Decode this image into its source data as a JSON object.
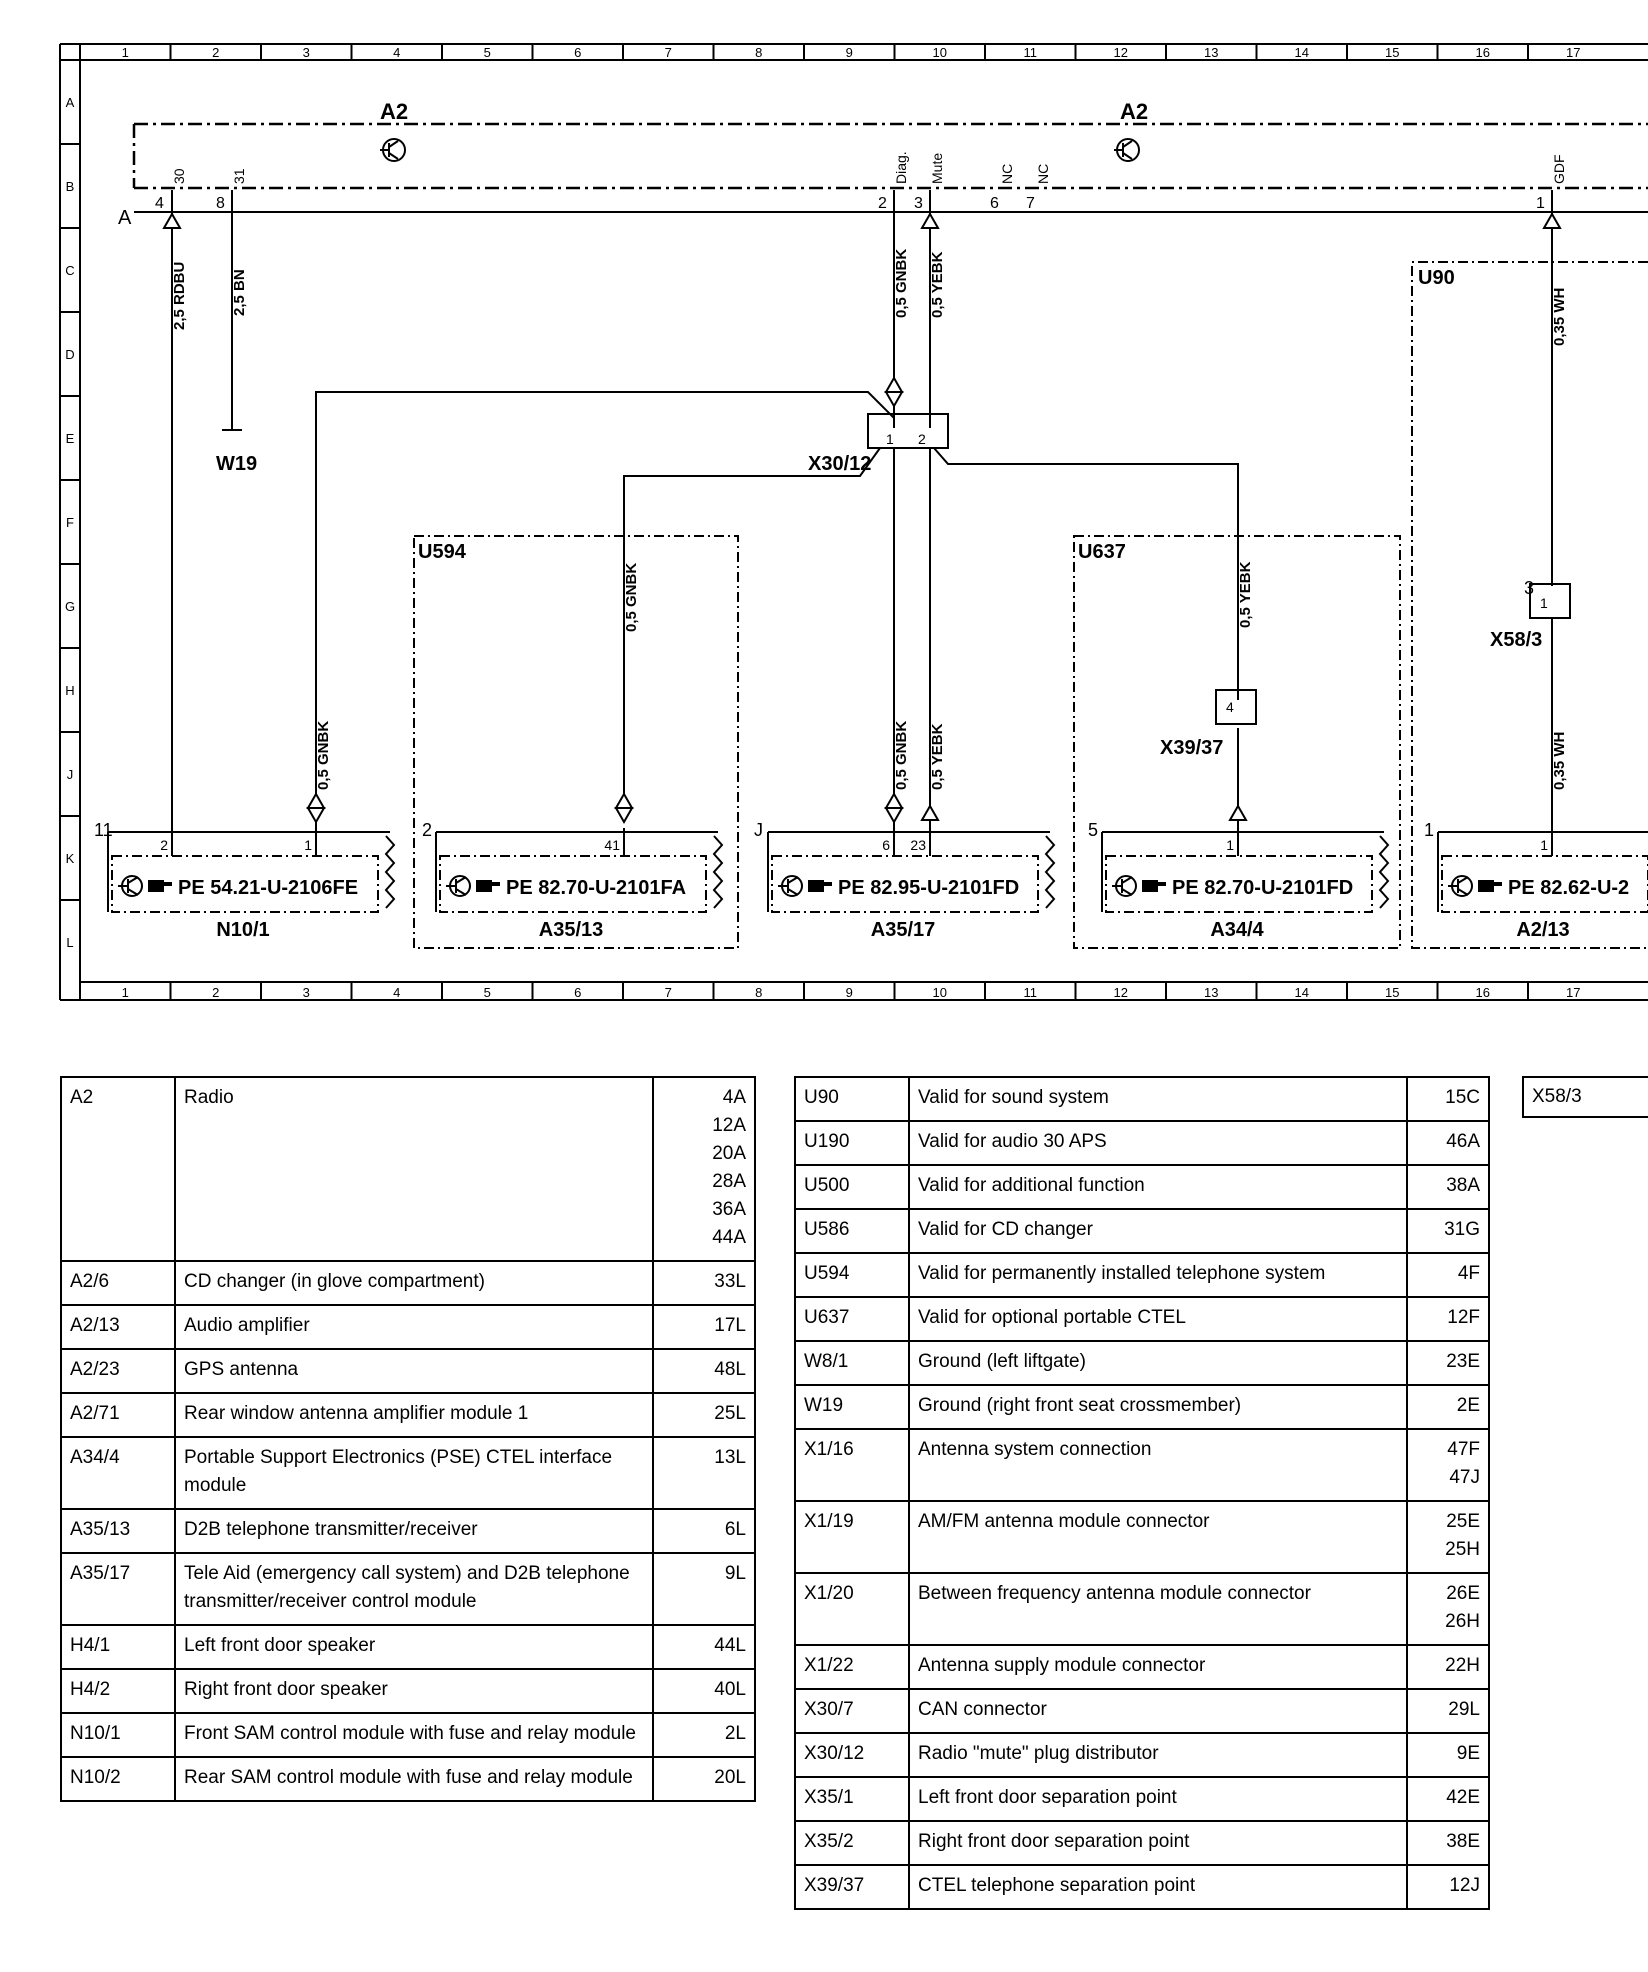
{
  "grid": {
    "columns": [
      "1",
      "2",
      "3",
      "4",
      "5",
      "6",
      "7",
      "8",
      "9",
      "10",
      "11",
      "12",
      "13",
      "14",
      "15",
      "16",
      "17"
    ],
    "rows": [
      "A",
      "B",
      "C",
      "D",
      "E",
      "F",
      "G",
      "H",
      "J",
      "K",
      "L"
    ]
  },
  "diagram": {
    "radio_label_left": "A2",
    "radio_label_right": "A2",
    "pins_left": {
      "p1_num": "4",
      "p1_name": "30",
      "p2_num": "8",
      "p2_name": "31",
      "bus_label": "A"
    },
    "pins_mid": {
      "p1_num": "2",
      "p1_name": "Diag.",
      "p2_num": "3",
      "p2_name": "Mute",
      "p3_num": "6",
      "p3_name": "NC",
      "p4_num": "7",
      "p4_name": "NC"
    },
    "pin_right": {
      "num": "1",
      "name": "GDF"
    },
    "wires": {
      "w1": "2,5 RDBU",
      "w2": "2,5 BN",
      "w3": "0,5 GNBK",
      "w4": "0,5 YEBK",
      "w5": "0,5 GNBK",
      "w6": "0,5 GNBK",
      "w7": "0,5 GNBK",
      "w8": "0,5 YEBK",
      "w9": "0,5 YEBK",
      "w10": "0,35 WH",
      "w11": "0,35 WH"
    },
    "w19": "W19",
    "x30_12": {
      "label": "X30/12",
      "pin1": "1",
      "pin2": "2"
    },
    "u594": "U594",
    "u637": "U637",
    "u90": "U90",
    "x39_37": {
      "label": "X39/37",
      "pin": "4"
    },
    "x58_3": {
      "label": "X58/3",
      "side": "3",
      "pin": "1"
    },
    "modules": [
      {
        "id": "N10/1",
        "ref": "PE  54.21-U-2106FE",
        "num": "11",
        "pins": [
          "2",
          "1"
        ]
      },
      {
        "id": "A35/13",
        "ref": "PE  82.70-U-2101FA",
        "num": "2",
        "pins": [
          "41"
        ]
      },
      {
        "id": "A35/17",
        "ref": "PE  82.95-U-2101FD",
        "num": "J",
        "pins": [
          "6",
          "23"
        ]
      },
      {
        "id": "A34/4",
        "ref": "PE  82.70-U-2101FD",
        "num": "5",
        "pins": [
          "1"
        ]
      },
      {
        "id": "A2/13",
        "ref": "PE  82.62-U-2",
        "num": "1",
        "pins": [
          "1"
        ]
      }
    ]
  },
  "legend_left": [
    {
      "code": "A2",
      "desc": "Radio",
      "pos": "4A\n12A\n20A\n28A\n36A\n44A"
    },
    {
      "code": "A2/6",
      "desc": "CD changer (in glove compartment)",
      "pos": "33L"
    },
    {
      "code": "A2/13",
      "desc": "Audio amplifier",
      "pos": "17L"
    },
    {
      "code": "A2/23",
      "desc": "GPS antenna",
      "pos": "48L"
    },
    {
      "code": "A2/71",
      "desc": "Rear window antenna amplifier module 1",
      "pos": "25L"
    },
    {
      "code": "A34/4",
      "desc": "Portable Support Electronics (PSE) CTEL interface module",
      "pos": "13L"
    },
    {
      "code": "A35/13",
      "desc": "D2B telephone transmitter/receiver",
      "pos": "6L"
    },
    {
      "code": "A35/17",
      "desc": "Tele Aid (emergency call system) and D2B telephone transmitter/receiver control module",
      "pos": "9L"
    },
    {
      "code": "H4/1",
      "desc": "Left front door speaker",
      "pos": "44L"
    },
    {
      "code": "H4/2",
      "desc": "Right front door speaker",
      "pos": "40L"
    },
    {
      "code": "N10/1",
      "desc": "Front SAM control module with fuse and relay module",
      "pos": "2L"
    },
    {
      "code": "N10/2",
      "desc": "Rear SAM control module with fuse and relay module",
      "pos": "20L"
    }
  ],
  "legend_right": [
    {
      "code": "U90",
      "desc": "Valid for sound system",
      "pos": "15C"
    },
    {
      "code": "U190",
      "desc": "Valid for audio 30 APS",
      "pos": "46A"
    },
    {
      "code": "U500",
      "desc": "Valid for additional function",
      "pos": "38A"
    },
    {
      "code": "U586",
      "desc": "Valid for CD changer",
      "pos": "31G"
    },
    {
      "code": "U594",
      "desc": "Valid for permanently installed telephone system",
      "pos": "4F"
    },
    {
      "code": "U637",
      "desc": "Valid for optional portable CTEL",
      "pos": "12F"
    },
    {
      "code": "W8/1",
      "desc": "Ground (left liftgate)",
      "pos": "23E"
    },
    {
      "code": "W19",
      "desc": "Ground (right front seat crossmember)",
      "pos": "2E"
    },
    {
      "code": "X1/16",
      "desc": "Antenna system connection",
      "pos": "47F\n47J"
    },
    {
      "code": "X1/19",
      "desc": "AM/FM antenna module connector",
      "pos": "25E\n25H"
    },
    {
      "code": "X1/20",
      "desc": "Between frequency antenna module connector",
      "pos": "26E\n26H"
    },
    {
      "code": "X1/22",
      "desc": "Antenna supply module connector",
      "pos": "22H"
    },
    {
      "code": "X30/7",
      "desc": "CAN connector",
      "pos": "29L"
    },
    {
      "code": "X30/12",
      "desc": "Radio \"mute\" plug distributor",
      "pos": "9E"
    },
    {
      "code": "X35/1",
      "desc": "Left front door separation point",
      "pos": "42E"
    },
    {
      "code": "X35/2",
      "desc": "Right front door separation point",
      "pos": "38E"
    },
    {
      "code": "X39/37",
      "desc": "CTEL telephone separation point",
      "pos": "12J"
    }
  ],
  "legend_extra": {
    "code": "X58/3"
  }
}
